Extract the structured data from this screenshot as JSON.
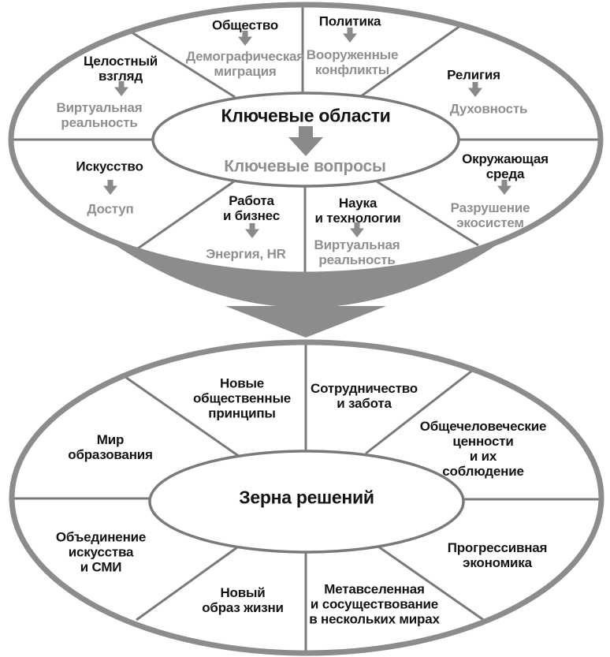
{
  "diagram": {
    "top": {
      "title": "Ключевые области",
      "subtitle": "Ключевые вопросы",
      "sectors": [
        {
          "area": "Целостный\nвзгляд",
          "issue": "Виртуальная\nреальность"
        },
        {
          "area": "Общество",
          "issue": "Демографическая\nмиграция"
        },
        {
          "area": "Политика",
          "issue": "Вооруженные\nконфликты"
        },
        {
          "area": "Религия",
          "issue": "Духовность"
        },
        {
          "area": "Искусство",
          "issue": "Доступ"
        },
        {
          "area": "Работа\nи бизнес",
          "issue": "Энергия, HR"
        },
        {
          "area": "Наука\nи технологии",
          "issue": "Виртуальная\nреальность"
        },
        {
          "area": "Окружающая\nсреда",
          "issue": "Разрушение\nэкосистем"
        }
      ]
    },
    "bottom": {
      "title": "Зерна решений",
      "sectors": [
        "Мир\nобразования",
        "Новые\nобщественные\nпринципы",
        "Сотрудничество\nи забота",
        "Общечеловеческие\nценности\nи их\nсоблюдение",
        "Объединение\nискусства\nи СМИ",
        "Новый\nобраз жизни",
        "Метавселенная\nи сосуществование\nв нескольких мирах",
        "Прогрессивная\nэкономика"
      ]
    },
    "colors": {
      "rim_gray": "#8c8c8c",
      "divider_gray": "#7a7a7a",
      "arrow_gray": "#8a8a8a",
      "text_primary": "#141414",
      "text_secondary": "#8f8f8f",
      "background": "#ffffff"
    }
  }
}
